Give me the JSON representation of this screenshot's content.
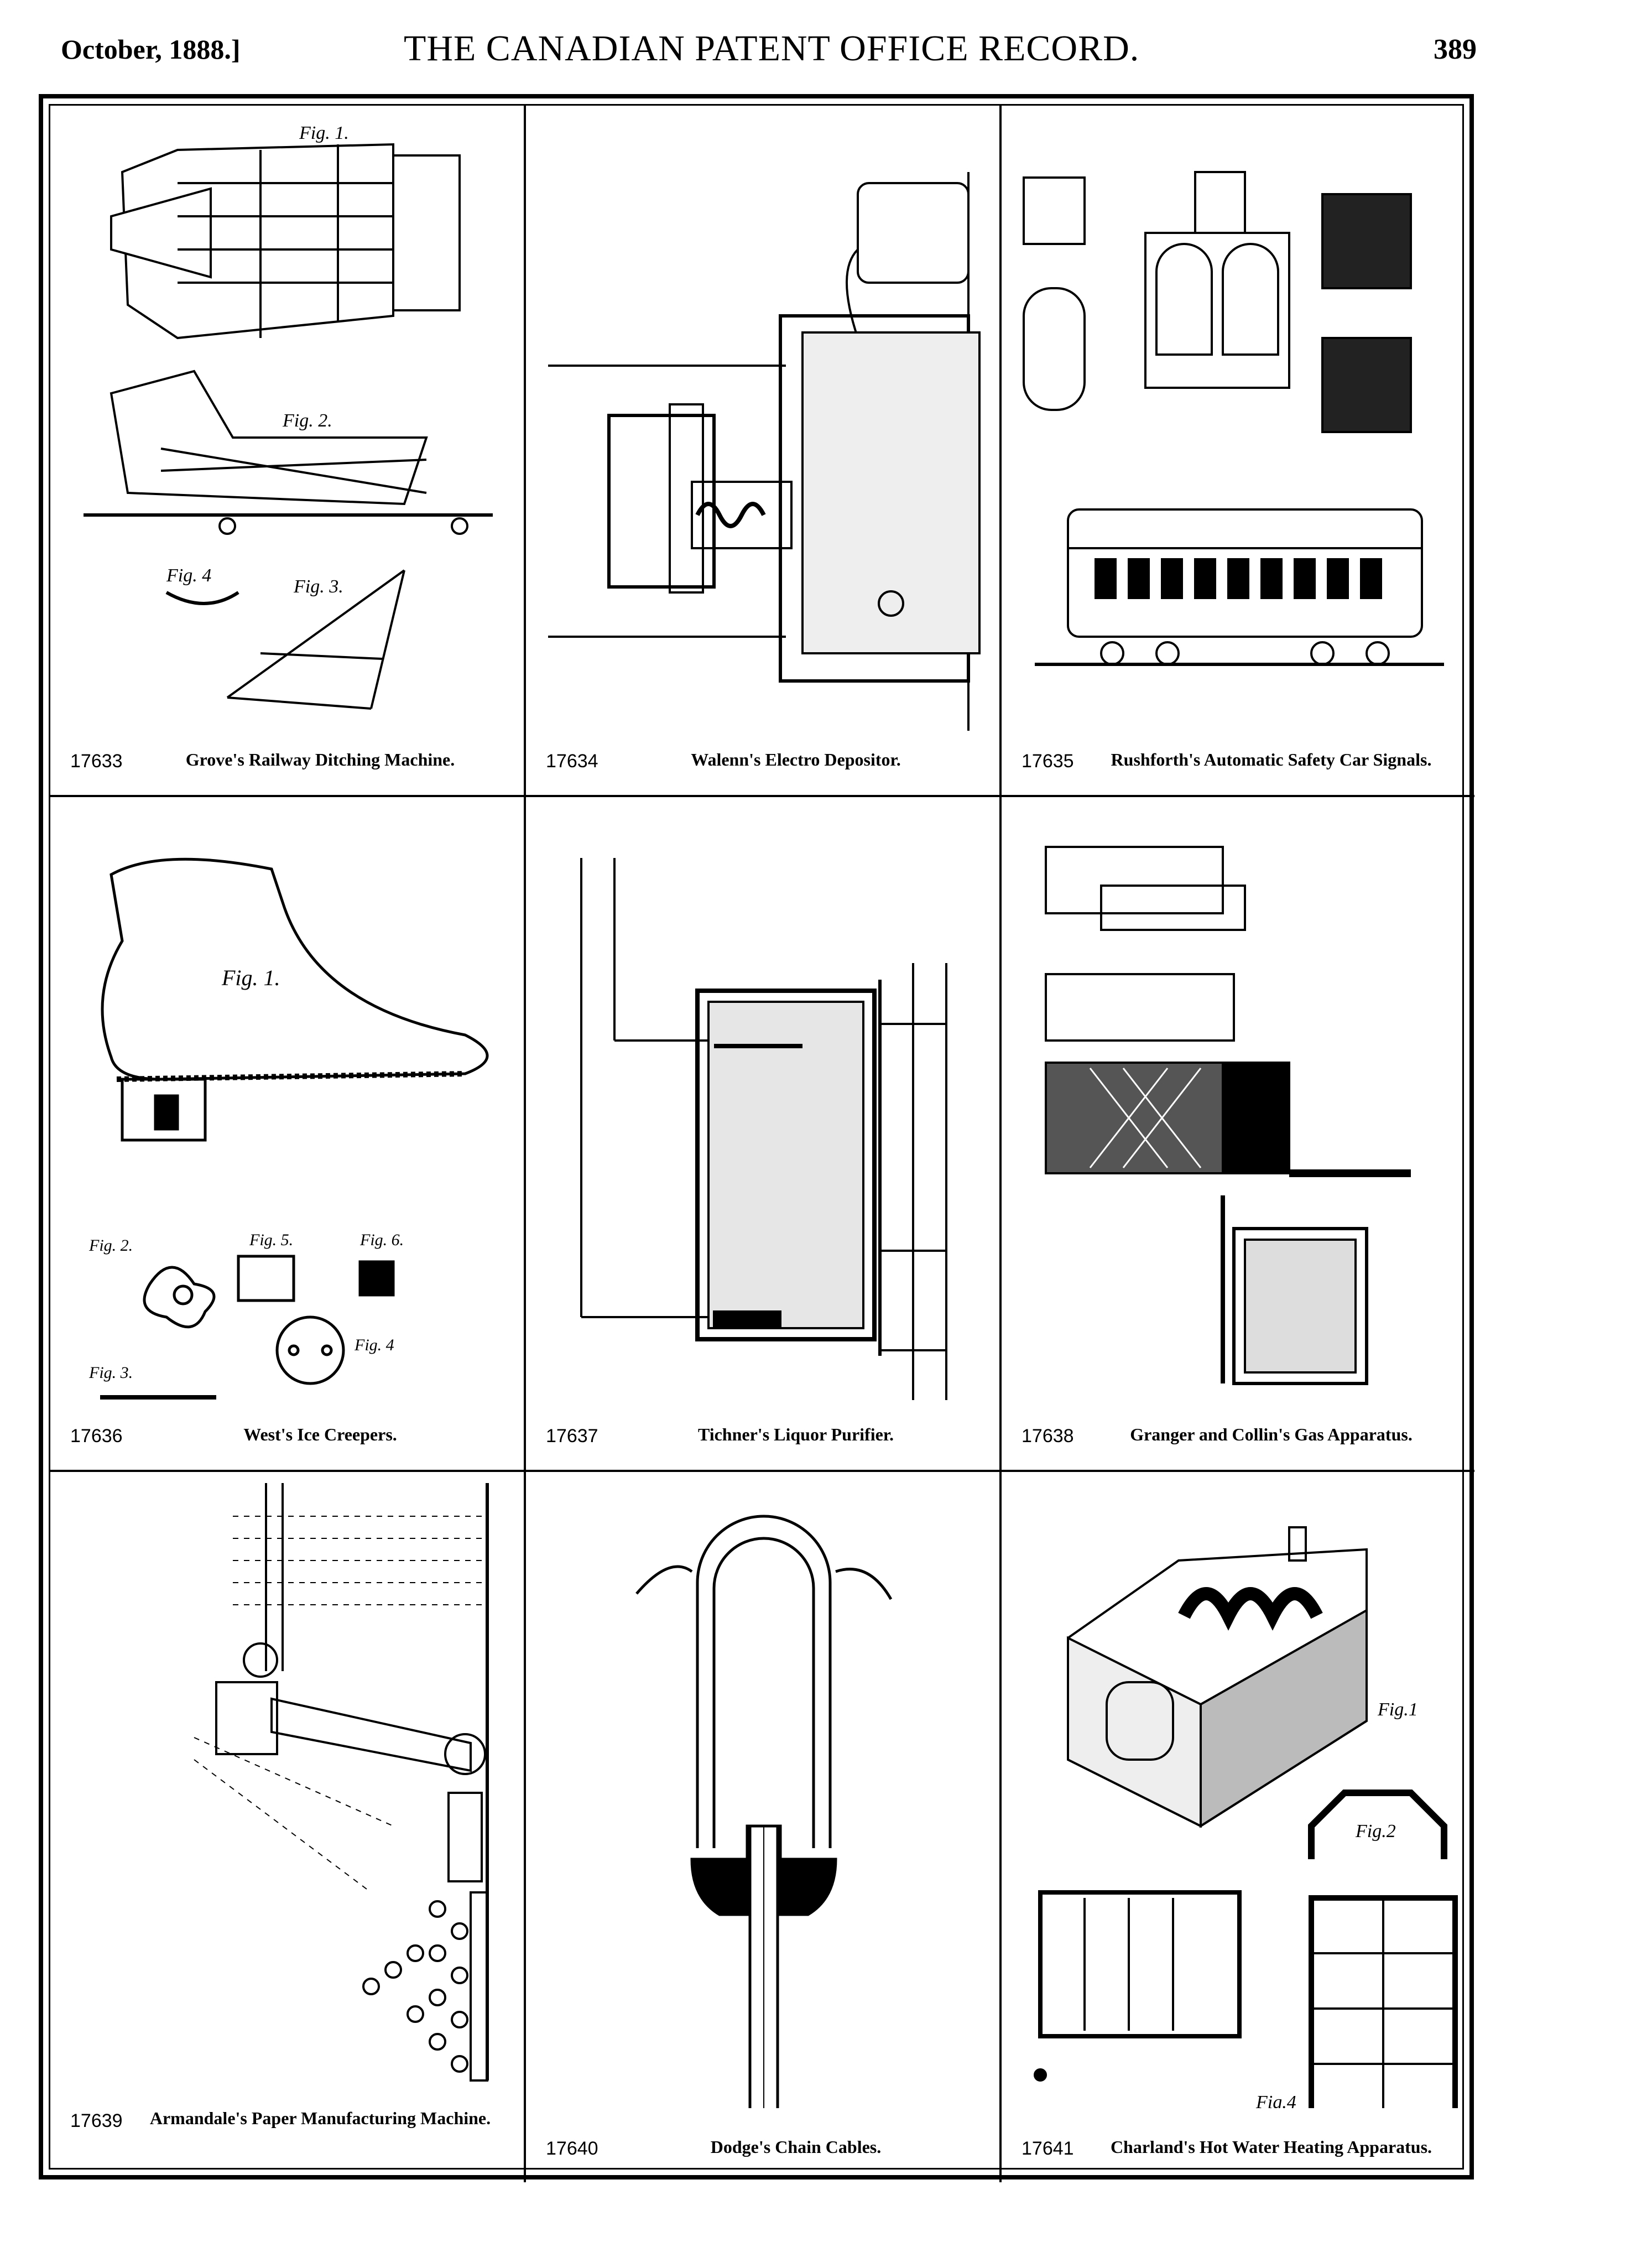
{
  "header": {
    "date": "October, 1888.]",
    "title": "THE CANADIAN PATENT OFFICE RECORD.",
    "page": "389"
  },
  "cells": [
    {
      "number": "17633",
      "caption": "Grove's Railway Ditching Machine."
    },
    {
      "number": "17634",
      "caption": "Walenn's Electro Depositor."
    },
    {
      "number": "17635",
      "caption": "Rushforth's Automatic Safety Car Signals."
    },
    {
      "number": "17636",
      "caption": "West's Ice Creepers."
    },
    {
      "number": "17637",
      "caption": "Tichner's Liquor Purifier."
    },
    {
      "number": "17638",
      "caption": "Granger and Collin's Gas Apparatus."
    },
    {
      "number": "17639",
      "caption": "Armandale's Paper Manufacturing Machine."
    },
    {
      "number": "17640",
      "caption": "Dodge's Chain Cables."
    },
    {
      "number": "17641",
      "caption": "Charland's Hot Water Heating Apparatus."
    }
  ],
  "figure_labels": {
    "fig1": "Fig. 1.",
    "fig2": "Fig. 2.",
    "fig3": "Fig. 3.",
    "fig4": "Fig. 4",
    "fig5": "Fig. 5.",
    "fig6": "Fig. 6.",
    "fig1b": "Fig.1",
    "fig2b": "Fig.2",
    "fig4b": "Fig.4"
  }
}
